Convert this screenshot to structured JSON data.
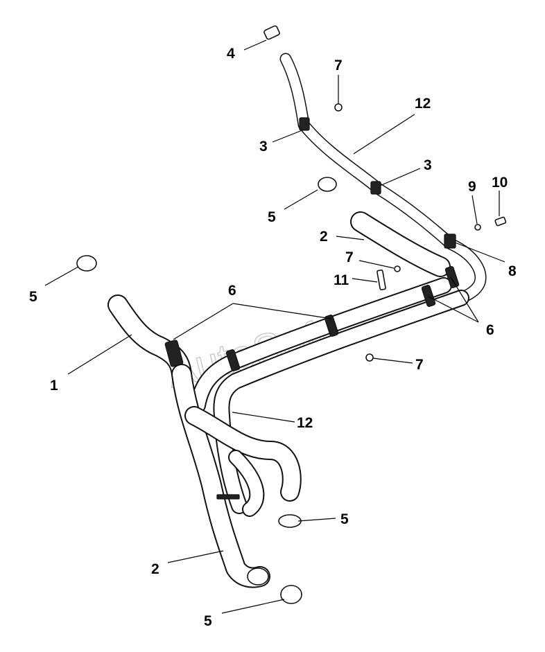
{
  "watermark": "AutoSoft",
  "callouts": {
    "c4_top": "4",
    "c7_top": "7",
    "c12_top": "12",
    "c3_left": "3",
    "c3_right": "3",
    "c9": "9",
    "c10": "10",
    "c5_top": "5",
    "c2_mid": "2",
    "c7_mid": "7",
    "c8": "8",
    "c11": "11",
    "c5_left": "5",
    "c6_top": "6",
    "c6_right": "6",
    "c1": "1",
    "c7_low": "7",
    "c12_low": "12",
    "c5_low": "5",
    "c2_low": "2",
    "c5_bottom": "5"
  }
}
